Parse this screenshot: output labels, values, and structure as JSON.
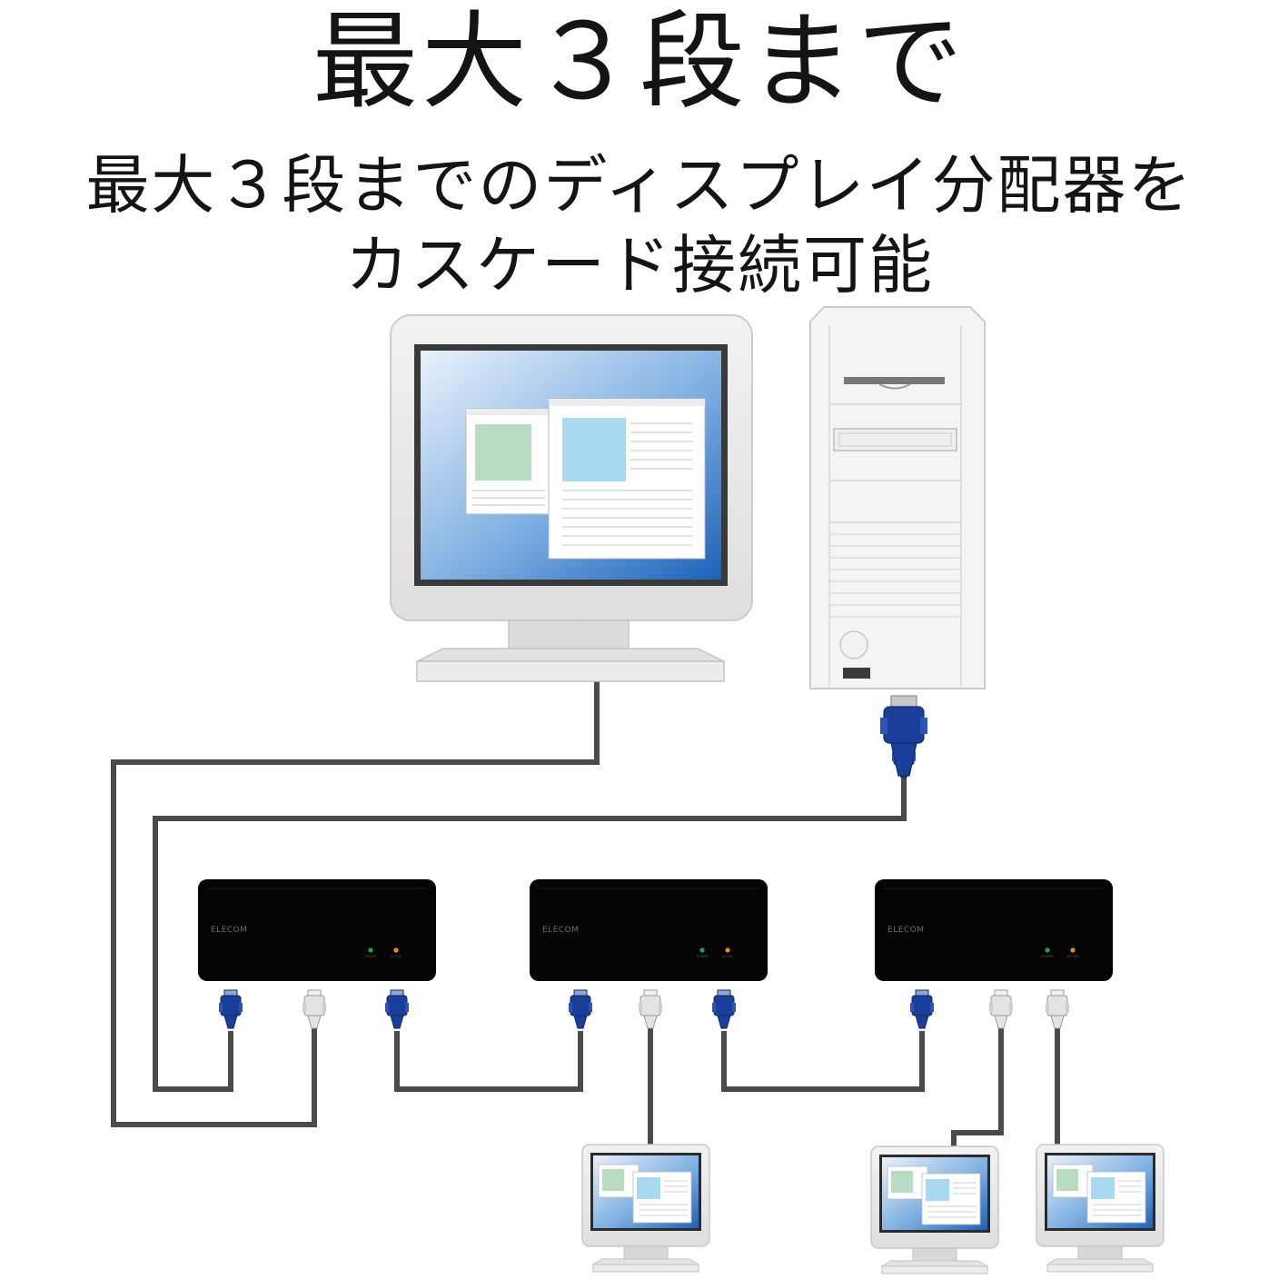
{
  "title": "最大３段まで",
  "subtitle": {
    "line1": "最大３段までのディスプレイ分配器を",
    "line2": "カスケード接続可能"
  },
  "splitter_brand": "ELECOM",
  "led_labels": [
    "POWER",
    "ACTIVE"
  ],
  "colors": {
    "cable": "#4a4a4a",
    "vga_blue": "#1b3f99",
    "vga_white": "#dcdcdc",
    "splitter_body": "#050505",
    "screen_blue": "#2d6fc0",
    "led_green": "#1fa34a",
    "led_orange": "#f08a16"
  },
  "icons": [
    "monitor-icon",
    "pc-tower-icon",
    "splitter-icon",
    "vga-connector-icon",
    "small-monitor-icon"
  ]
}
